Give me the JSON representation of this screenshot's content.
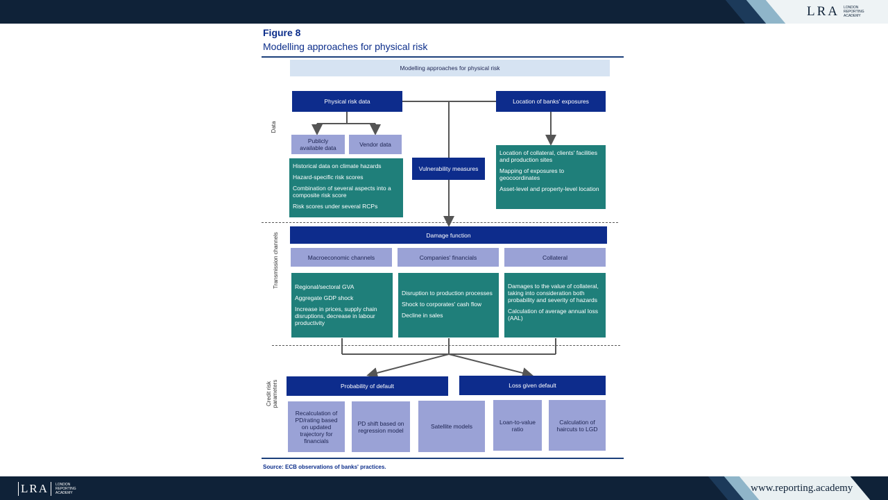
{
  "logo": {
    "mark": "LRA",
    "subtitle": "LONDON REPORTING ACADEMY"
  },
  "footer": {
    "website": "www.reporting.academy"
  },
  "figure": {
    "label": "Figure 8",
    "title": "Modelling approaches for physical risk",
    "source": "Source: ECB observations of banks' practices."
  },
  "diagram": {
    "header": "Modelling approaches for physical risk",
    "section_labels": {
      "data": "Data",
      "transmission": "Transmission channels",
      "credit": [
        "Credit risk",
        "parameters"
      ]
    },
    "physical_risk_data": "Physical risk data",
    "location_exposures": "Location of banks' exposures",
    "publicly_available": "Publicly available data",
    "vendor_data": "Vendor data",
    "vulnerability": "Vulnerability measures",
    "hazard_items": [
      "Historical data on climate hazards",
      "Hazard-specific risk scores",
      "Combination of several aspects into a composite risk score",
      "Risk scores under several RCPs"
    ],
    "location_items": [
      "Location of collateral, clients' facilities and production sites",
      "Mapping of exposures to geocoordinates",
      "Asset-level and property-level location"
    ],
    "damage_function": "Damage function",
    "channels": [
      "Macroeconomic channels",
      "Companies' financials",
      "Collateral"
    ],
    "macro_items": [
      "Regional/sectoral GVA",
      "Aggregate GDP shock",
      "Increase in prices, supply chain disruptions, decrease in labour productivity"
    ],
    "company_items": [
      "Disruption to production processes",
      "Shock to corporates' cash flow",
      "Decline in sales"
    ],
    "collateral_items": [
      "Damages to the value of collateral, taking into consideration both probability and severity of hazards",
      "Calculation of average annual loss (AAL)"
    ],
    "pd": "Probability of default",
    "lgd": "Loss given default",
    "models": [
      "Recalculation of PD/rating based on updated trajectory for financials",
      "PD shift based on regression model",
      "Satellite models",
      "Loan-to-value ratio",
      "Calculation of haircuts to LGD"
    ]
  }
}
